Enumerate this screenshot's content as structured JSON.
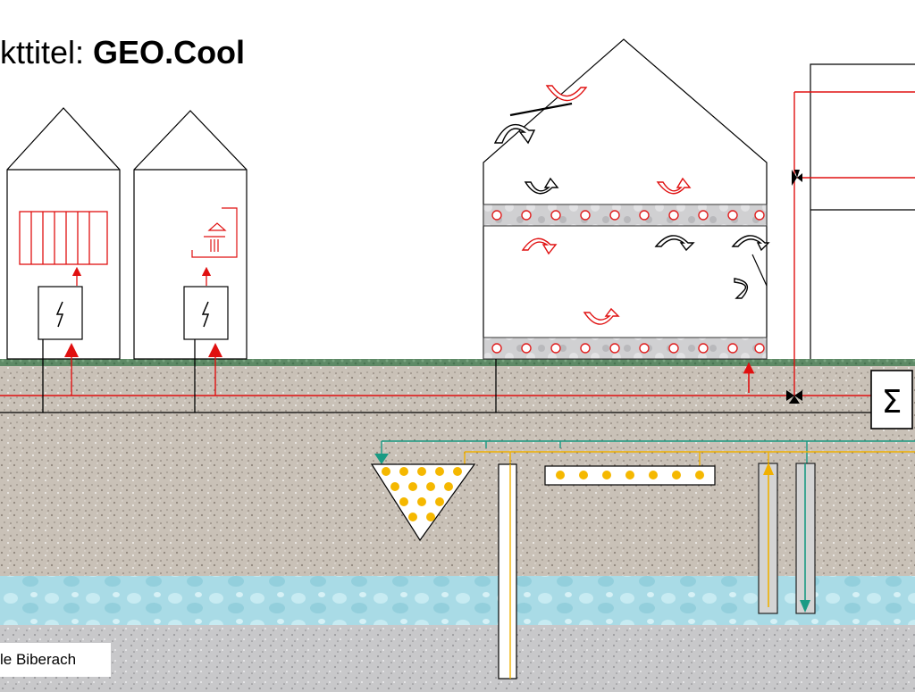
{
  "title": {
    "prefix": "kttitel:",
    "name": "GEO.Cool"
  },
  "footer": "le  Biberach",
  "heat_exchanger_symbol": "Σ",
  "colors": {
    "supply_line": "#e01010",
    "return_line": "#000000",
    "groundwater_supply": "#1a9b84",
    "collector_line": "#f0b000",
    "fill_dot": "#f5b800",
    "slab_hole": "#e02020",
    "grass": "#5e8a66",
    "soil": "#c9c1b7",
    "water": "#a9dbe6",
    "gravel": "#c8c8ca"
  },
  "icons": [
    "radiator-icon",
    "shower-icon",
    "power-unit-icon",
    "airflow-arrow-icon",
    "valve-icon",
    "heat-exchanger-icon"
  ]
}
